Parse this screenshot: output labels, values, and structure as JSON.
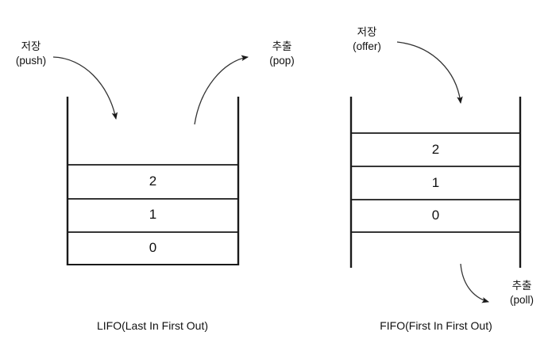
{
  "diagram": {
    "title_hidden": "",
    "background_color": "#ffffff",
    "stroke_color": "#1a1a1a",
    "left": {
      "caption": "LIFO(Last In First Out)",
      "structure": "stack",
      "cells": [
        {
          "value": "2"
        },
        {
          "value": "1"
        },
        {
          "value": "0"
        }
      ],
      "annotations": [
        {
          "name": "push",
          "korean": "저장",
          "english": "(push)",
          "direction": "in"
        },
        {
          "name": "pop",
          "korean": "추출",
          "english": "(pop)",
          "direction": "out"
        }
      ]
    },
    "right": {
      "caption": "FIFO(First In First Out)",
      "structure": "queue",
      "cells": [
        {
          "value": "2"
        },
        {
          "value": "1"
        },
        {
          "value": "0"
        }
      ],
      "annotations": [
        {
          "name": "offer",
          "korean": "저장",
          "english": "(offer)",
          "direction": "in"
        },
        {
          "name": "poll",
          "korean": "추출",
          "english": "(poll)",
          "direction": "out"
        }
      ]
    }
  }
}
